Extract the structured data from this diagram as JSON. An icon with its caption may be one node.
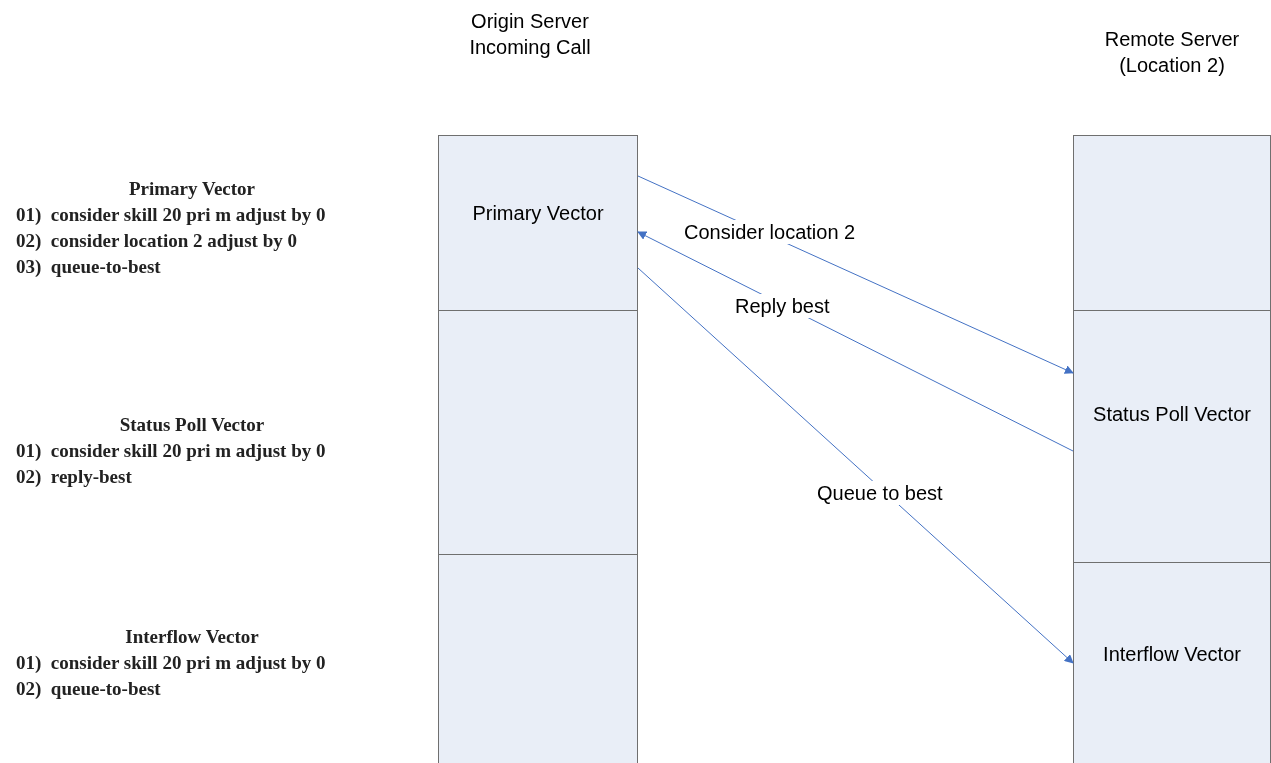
{
  "diagram": {
    "nodes": [
      {
        "text": [],
        "shape": "box"
      },
      {
        "text": [
          "Primary Vector"
        ],
        "in": 0
      },
      {
        "text": [],
        "shape": "box",
        "in": 0
      },
      {
        "text": [],
        "shape": "box",
        "in": 0
      },
      {
        "text": [],
        "shape": "box"
      },
      {
        "text": [],
        "shape": "box",
        "in": 4
      },
      {
        "text": [
          "Status Poll Vector"
        ],
        "in": 4
      },
      {
        "text": [
          "Interflow Vector"
        ],
        "in": 4
      }
    ],
    "edges": [
      {
        "from": 1,
        "to": 6,
        "arrow": "to",
        "label": "Consider location 2"
      },
      {
        "from": 6,
        "to": 1,
        "arrow": "to",
        "label": "Reply best"
      },
      {
        "from": 1,
        "to": 7,
        "arrow": "to",
        "label": "Queue to best"
      }
    ],
    "labels": [
      "Origin Server Incoming Call",
      "Remote Server (Location 2)",
      "Primary Vector",
      "01)  consider skill 20 pri m adjust by 0",
      "02)  consider location 2 adjust by 0",
      "03)  queue-to-best",
      "Status Poll Vector",
      "01)  consider skill 20 pri m adjust by 0",
      "02)  reply-best",
      "Interflow Vector",
      "01)  consider skill 20 pri m adjust by 0",
      "02)  queue-to-best"
    ]
  }
}
